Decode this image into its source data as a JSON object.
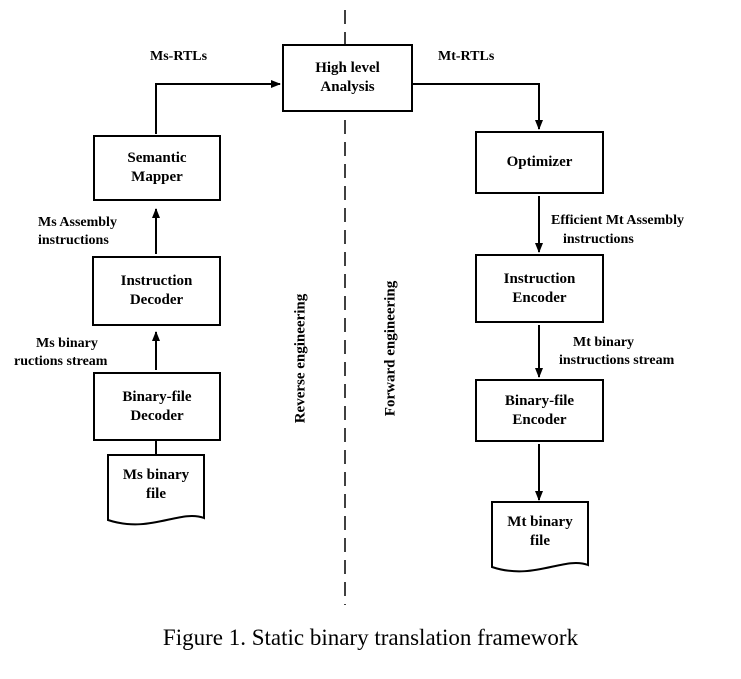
{
  "center": {
    "high_level_1": "High level",
    "high_level_2": "Analysis"
  },
  "left": {
    "semantic_mapper_1": "Semantic",
    "semantic_mapper_2": "Mapper",
    "instruction_decoder_1": "Instruction",
    "instruction_decoder_2": "Decoder",
    "binary_decoder_1": "Binary-file",
    "binary_decoder_2": "Decoder",
    "ms_file_1": "Ms binary",
    "ms_file_2": "file",
    "lbl_ms_rtls": "Ms-RTLs",
    "lbl_asm_1": "Ms Assembly",
    "lbl_asm_2": "instructions",
    "lbl_bin_1": "Ms binary",
    "lbl_bin_2": "ructions stream",
    "vertical": "Reverse engineering"
  },
  "right": {
    "optimizer": "Optimizer",
    "instruction_encoder_1": "Instruction",
    "instruction_encoder_2": "Encoder",
    "binary_encoder_1": "Binary-file",
    "binary_encoder_2": "Encoder",
    "mt_file_1": "Mt binary",
    "mt_file_2": "file",
    "lbl_mt_rtls": "Mt-RTLs",
    "lbl_asm_1": "Efficient Mt Assembly",
    "lbl_asm_2": "instructions",
    "lbl_bin_1": "Mt binary",
    "lbl_bin_2": "instructions stream",
    "vertical": "Forward engineering"
  },
  "caption": "Figure 1. Static binary translation framework"
}
